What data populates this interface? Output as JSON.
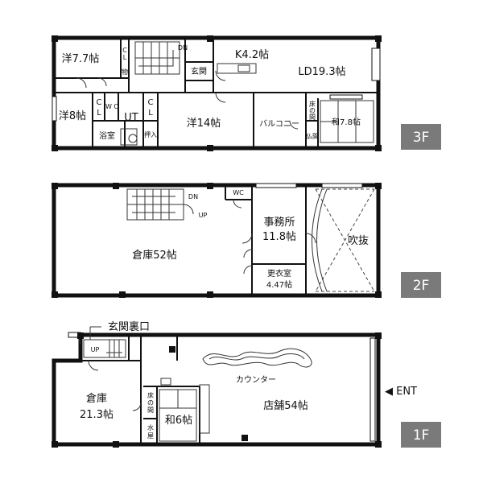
{
  "floors": {
    "f3": {
      "badge": "3F",
      "rooms": {
        "yo77": "洋7.7帖",
        "k42": "K4.2帖",
        "ld193": "LD19.3帖",
        "genkan": "玄関",
        "yo8": "洋8帖",
        "cl_a_top": "C",
        "cl_a_bottom": "L",
        "wc": "W C",
        "ut": "UT",
        "cl_b_top": "C",
        "cl_b_bottom": "L",
        "yo14": "洋14帖",
        "balcony": "バルコニー",
        "tokonoma_top": "床",
        "tokonoma_mid": "の",
        "tokonoma_bottom": "間",
        "wa78": "和7.8帖",
        "butsuma": "仏間",
        "bath": "浴室",
        "oshiire": "押入",
        "cl_small_top": "C",
        "cl_small_bottom": "L",
        "mono": "物",
        "dn": "DN"
      }
    },
    "f2": {
      "badge": "2F",
      "rooms": {
        "souko52": "倉庫52帖",
        "office_l1": "事務所",
        "office_l2": "11.8帖",
        "fukinuke": "吹抜",
        "locker_l1": "更衣室",
        "locker_l2": "4.47帖",
        "wc": "WC",
        "dn": "DN",
        "up": "UP"
      }
    },
    "f1": {
      "badge": "1F",
      "rooms": {
        "ura_genkan": "玄関裏口",
        "up": "UP",
        "souko_l1": "倉庫",
        "souko_l2": "21.3帖",
        "counter": "カウンター",
        "shop": "店舗54帖",
        "tokonoma_top": "床",
        "tokonoma_mid": "の",
        "tokonoma_bottom": "間",
        "wa6": "和6帖",
        "mizuya_top": "水",
        "mizuya_bottom": "屋",
        "ent": "◀ ENT"
      }
    }
  }
}
